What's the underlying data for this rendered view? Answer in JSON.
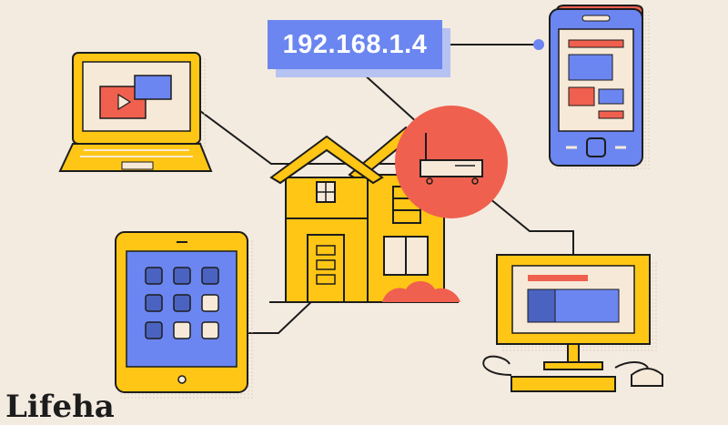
{
  "network": {
    "ip_address": "192.168.1.4"
  },
  "brand": {
    "partial_text": "Lifeha"
  },
  "colors": {
    "background": "#f4ebe0",
    "yellow": "#ffc615",
    "blue": "#6b86f0",
    "coral": "#f0604e",
    "outline": "#1c1c1c",
    "screen": "#f7e9d8"
  },
  "nodes": [
    {
      "id": "laptop",
      "icon": "laptop-icon"
    },
    {
      "id": "tablet",
      "icon": "tablet-icon"
    },
    {
      "id": "house",
      "icon": "house-icon"
    },
    {
      "id": "router",
      "icon": "router-icon"
    },
    {
      "id": "phone",
      "icon": "smartphone-icon"
    },
    {
      "id": "desktop",
      "icon": "desktop-computer-icon"
    }
  ]
}
